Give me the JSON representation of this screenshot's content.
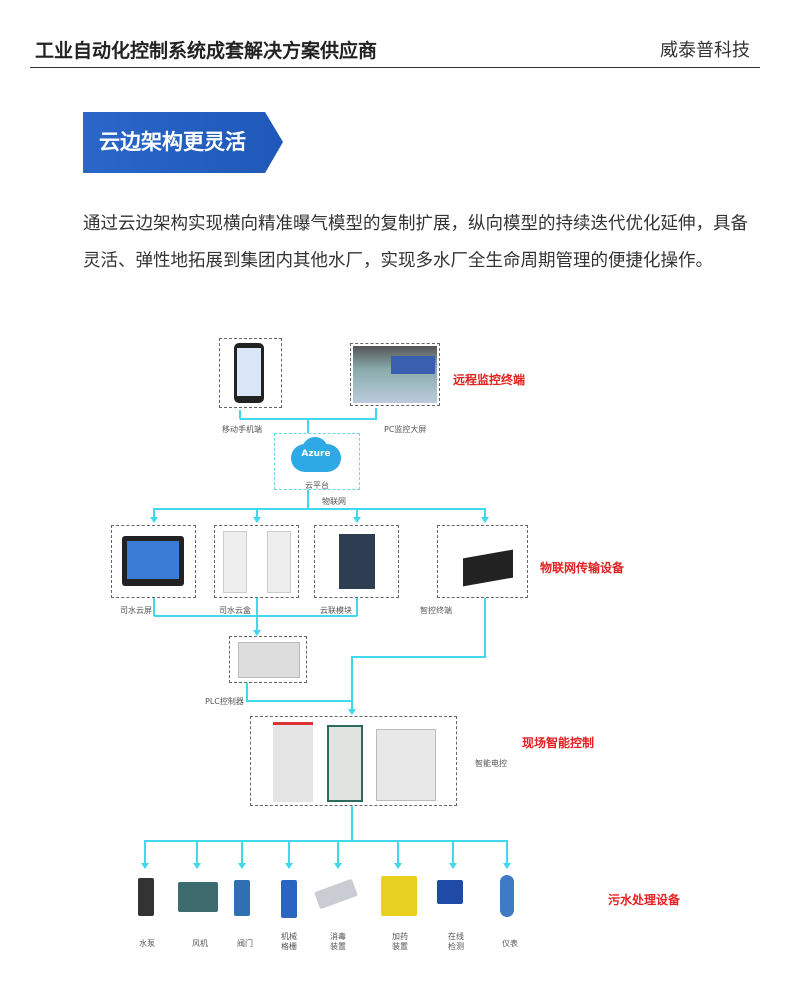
{
  "header": {
    "title": "工业自动化控制系统成套解决方案供应商",
    "brand": "威泰普科技"
  },
  "section": {
    "title": "云边架构更灵活",
    "paragraph": "通过云边架构实现横向精准曝气模型的复制扩展，纵向模型的持续迭代优化延伸，具备灵活、弹性地拓展到集团内其他水厂，实现多水厂全生命周期管理的便捷化操作。"
  },
  "diagram": {
    "layers": {
      "remote": "远程监控终端",
      "iot": "物联网传输设备",
      "field": "现场智能控制",
      "equipment": "污水处理设备"
    },
    "remote_items": [
      "移动手机端",
      "PC监控大屏"
    ],
    "cloud": {
      "logo": "Azure",
      "label": "云平台",
      "network": "物联网"
    },
    "iot_items": [
      "司水云屏",
      "司水云盒",
      "云联模块",
      "智控终端"
    ],
    "plc": "PLC控制器",
    "control": "智能电控",
    "equipment_items": [
      "水泵",
      "风机",
      "阀门",
      "机械格栅",
      "消毒装置",
      "加药装置",
      "在线检测",
      "仪表"
    ]
  }
}
